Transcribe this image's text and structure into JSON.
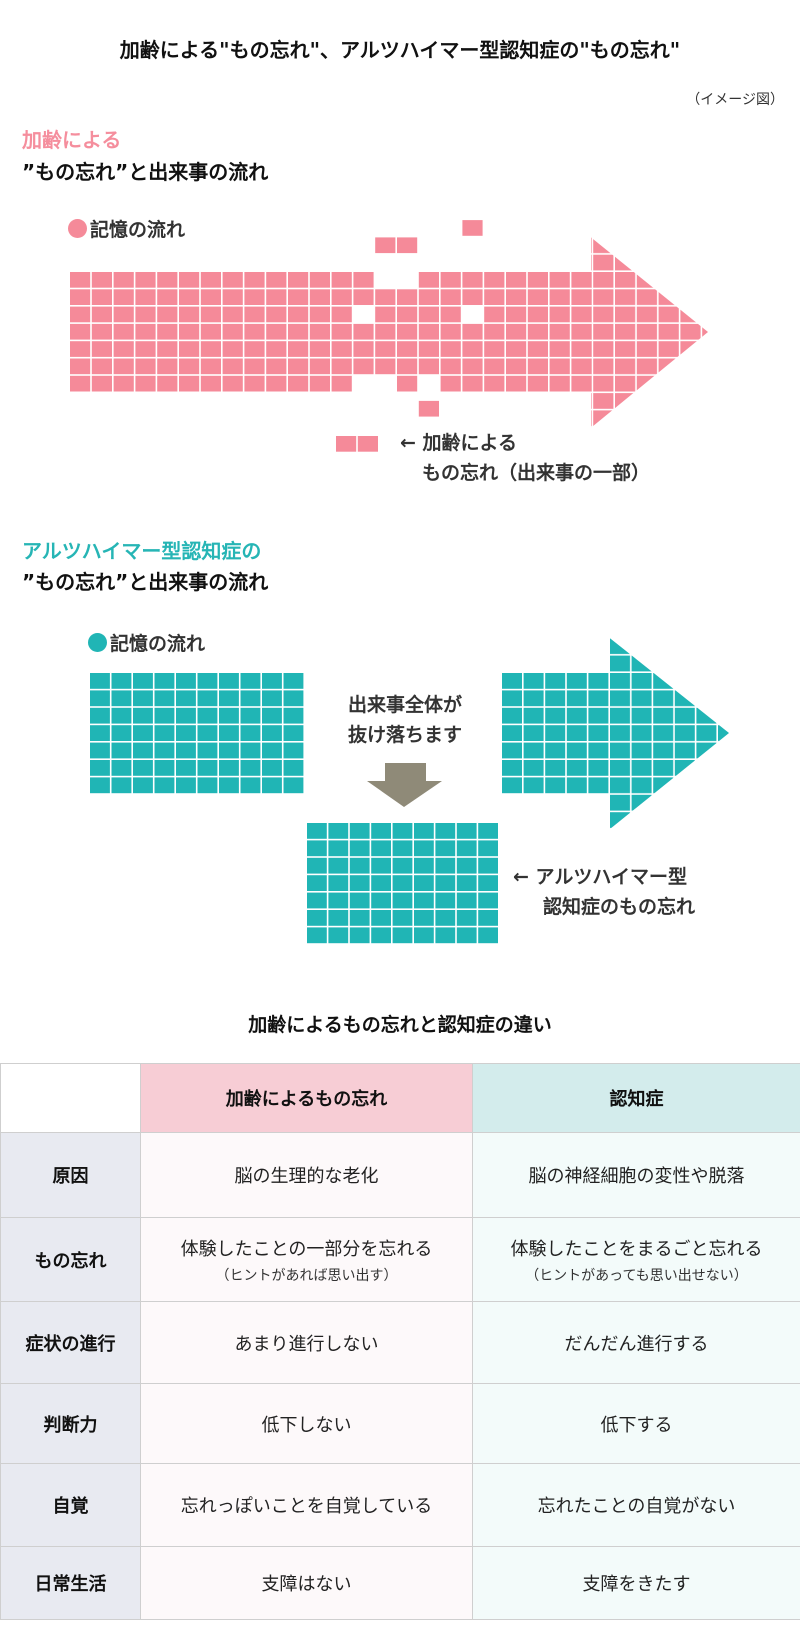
{
  "title": "加齢による\"もの忘れ\"、アルツハイマー型認知症の\"もの忘れ\"",
  "image_note": "（イメージ図）",
  "colors": {
    "pink": "#f58a99",
    "teal": "#20b5b5",
    "arrow_down": "#8f8a78"
  },
  "aging": {
    "heading_line1": "加齢による",
    "heading_line2": "”もの忘れ”と出来事の流れ",
    "legend_label": "記憶の流れ",
    "annotation_line1": "加齢による",
    "annotation_line2": "もの忘れ（出来事の一部）",
    "arrow_glyph": "←"
  },
  "alzheimer": {
    "heading_line1": "アルツハイマー型認知症の",
    "heading_line2": "”もの忘れ”と出来事の流れ",
    "legend_label": "記憶の流れ",
    "center_line1": "出来事全体が",
    "center_line2": "抜け落ちます",
    "annotation_line1": "アルツハイマー型",
    "annotation_line2": "認知症のもの忘れ",
    "arrow_glyph": "←"
  },
  "table": {
    "title": "加齢によるもの忘れと認知症の違い",
    "headers": [
      "",
      "加齢によるもの忘れ",
      "認知症"
    ],
    "rows": [
      {
        "label": "原因",
        "aging": "脳の生理的な老化",
        "dementia": "脳の神経細胞の変性や脱落"
      },
      {
        "label": "もの忘れ",
        "aging": "体験したことの一部分を忘れる",
        "aging_sub": "（ヒントがあれば思い出す）",
        "dementia": "体験したことをまるごと忘れる",
        "dementia_sub": "（ヒントがあっても思い出せない）"
      },
      {
        "label": "症状の進行",
        "aging": "あまり進行しない",
        "dementia": "だんだん進行する"
      },
      {
        "label": "判断力",
        "aging": "低下しない",
        "dementia": "低下する"
      },
      {
        "label": "自覚",
        "aging": "忘れっぽいことを自覚している",
        "dementia": "忘れたことの自覚がない"
      },
      {
        "label": "日常生活",
        "aging": "支障はない",
        "dementia": "支障をきたす"
      }
    ]
  }
}
